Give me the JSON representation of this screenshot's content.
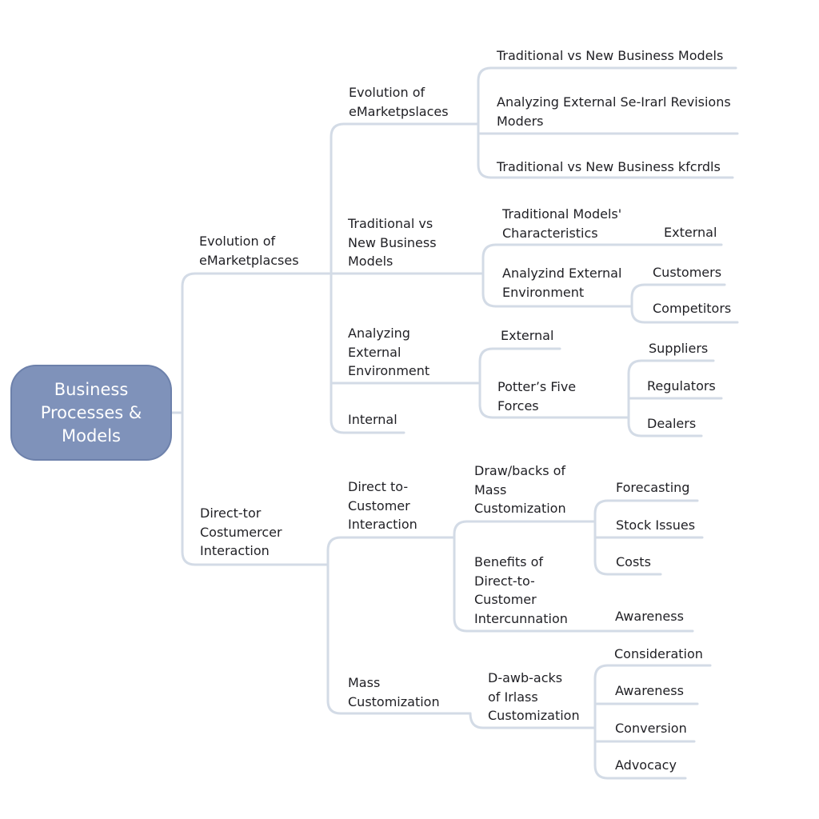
{
  "root": {
    "label": "Business\nProcesses &\nModels"
  },
  "branches": [
    {
      "label": "Evolution of\neMarketplacses",
      "children": [
        {
          "label": "Evolution of\neMarketpslaces",
          "children": [
            {
              "label": "Traditional vs New Business Models"
            },
            {
              "label": "Analyzing External Se-Irarl Revisions\nModers"
            },
            {
              "label": "Traditional vs New Business kfcrdls"
            }
          ]
        },
        {
          "label": "Traditional vs\nNew Business\nModels",
          "children": [
            {
              "label": "Traditional Models'\nCharacteristics",
              "children": [
                {
                  "label": "External"
                }
              ]
            },
            {
              "label": "Analyzind External\nEnvironment",
              "children": [
                {
                  "label": "Customers"
                },
                {
                  "label": "Competitors"
                }
              ]
            }
          ]
        },
        {
          "label": "Analyzing\nExternal\nEnvironment",
          "children": [
            {
              "label": "External"
            },
            {
              "label": "Potter’s  Five\nForces",
              "children": [
                {
                  "label": "Suppliers"
                },
                {
                  "label": "Regulators"
                },
                {
                  "label": "Dealers"
                }
              ]
            }
          ]
        },
        {
          "label": "Internal"
        }
      ]
    },
    {
      "label": "Direct-tor\nCostumercer\nInteraction",
      "children": [
        {
          "label": "Direct to-\nCustomer\nInteraction",
          "children": [
            {
              "label": "Draw/backs of\nMass\nCustomization",
              "children": [
                {
                  "label": "Forecasting"
                },
                {
                  "label": "Stock Issues"
                },
                {
                  "label": "Costs"
                }
              ]
            },
            {
              "label": "Benefits of\nDirect-to-\nCustomer\nIntercunnation",
              "children": [
                {
                  "label": "Awareness"
                }
              ]
            }
          ]
        },
        {
          "label": "Mass\nCustomization",
          "children": [
            {
              "label": "D-awb-acks\nof Irlass\nCustomization",
              "children": [
                {
                  "label": "Consideration"
                },
                {
                  "label": "Awareness"
                },
                {
                  "label": "Conversion"
                },
                {
                  "label": "Advocacy"
                }
              ]
            }
          ]
        }
      ]
    }
  ]
}
